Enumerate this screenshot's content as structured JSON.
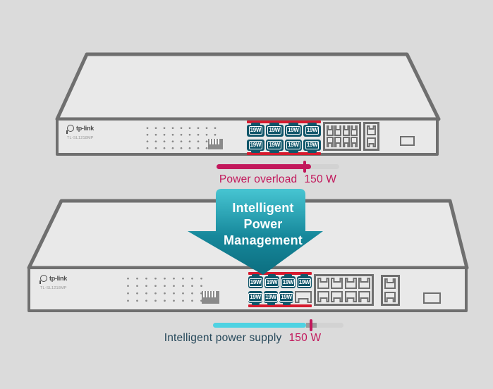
{
  "colors": {
    "accent-crimson": "#c2175b",
    "alert-red": "#d61a2e",
    "poe-teal": "#10566a",
    "supply-cyan": "#4fd2e2",
    "arrow-top": "#47c5d2",
    "arrow-bottom": "#0c6e80",
    "label-navy": "#26485a"
  },
  "top_switch": {
    "brand": "tp-link",
    "model": "TL-SL1218MP",
    "poe_port_labels": [
      "19W",
      "19W",
      "19W",
      "19W",
      "19W",
      "19W",
      "19W",
      "19W"
    ]
  },
  "overload_bar": {
    "label": "Power overload",
    "value": "150 W"
  },
  "arrow": {
    "line1": "Intelligent",
    "line2": "Power",
    "line3": "Management"
  },
  "bottom_switch": {
    "brand": "tp-link",
    "model": "TL-SL1218MP",
    "poe_port_labels": [
      "19W",
      "19W",
      "19W",
      "19W",
      "19W",
      "19W",
      "19W"
    ]
  },
  "supply_bar": {
    "label": "Intelligent power supply",
    "value": "150 W"
  }
}
